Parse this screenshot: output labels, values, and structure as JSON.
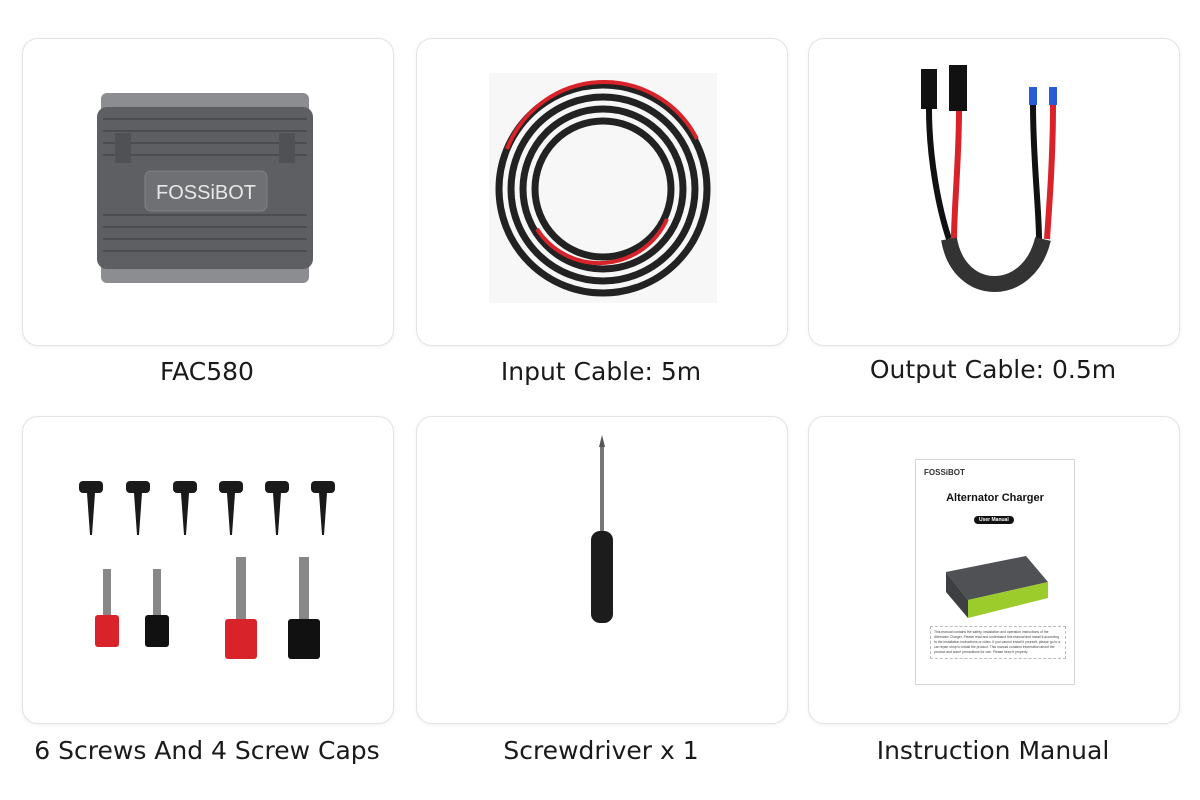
{
  "items": [
    {
      "caption": "FAC580",
      "brand": "FOSSiBOT"
    },
    {
      "caption": "Input Cable: 5m"
    },
    {
      "caption": "Output Cable: 0.5m"
    },
    {
      "caption": "6 Screws And 4 Screw Caps"
    },
    {
      "caption": "Screwdriver x 1"
    },
    {
      "caption": "Instruction Manual",
      "manual": {
        "logo": "FOSSiBOT",
        "title": "Alternator Charger",
        "badge": "User Manual",
        "text": "This manual contains the safety, installation and operation instructions of the Alternator Charger. Please read and understand this manual and install it according to the installation instructions or video. If you cannot install it yourself, please go to a car repair shop to install the product. This manual contains information about the product and some precautions for use. Please keep it properly."
      }
    }
  ],
  "colors": {
    "red": "#d8232a",
    "device_gray": "#5d5f62",
    "accent_green": "#9ccc2c"
  }
}
